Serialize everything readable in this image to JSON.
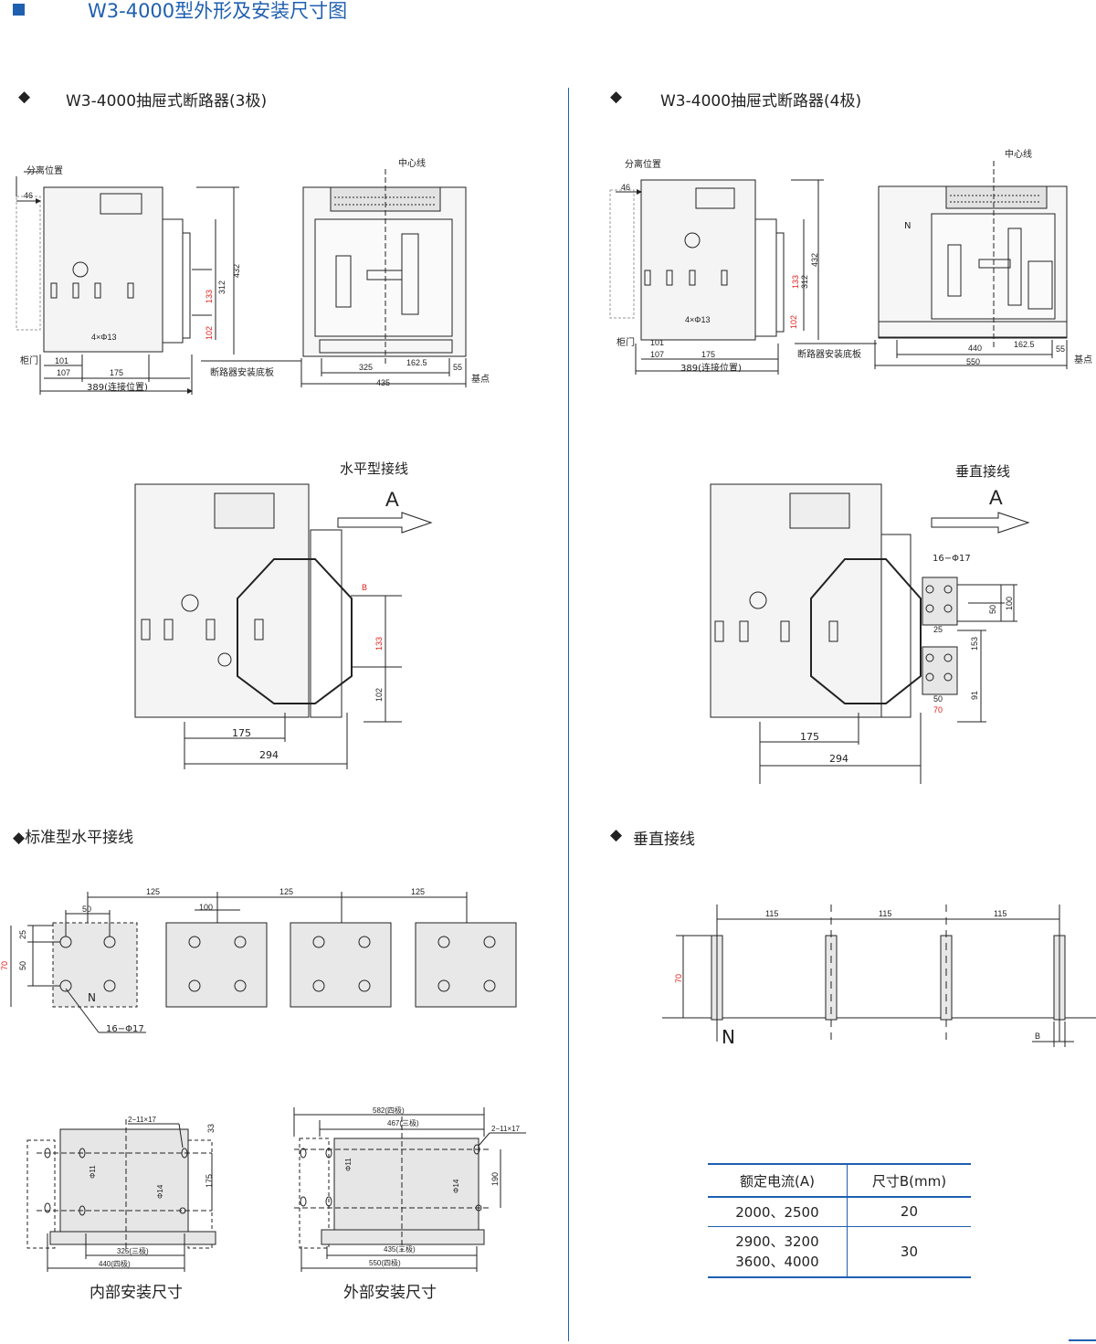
{
  "header": {
    "title": "W3-4000型外形及安装尺寸图"
  },
  "sections": {
    "s3pole": "W3-4000抽屉式断路器(3极)",
    "s4pole": "W3-4000抽屉式断路器(4极)",
    "std_horizontal": "◆标准型水平接线",
    "vertical": "垂直接线"
  },
  "drawing3": {
    "separate_pos": "分离位置",
    "centerline": "中心线",
    "cabinet_door": "柜门",
    "base_plate": "断路器安装底板",
    "base_point": "基点",
    "d46": "46",
    "d432": "432",
    "d312": "312",
    "d133": "133",
    "d102": "102",
    "d101": "101",
    "d107": "107",
    "d175": "175",
    "d389": "389(连接位置)",
    "holes": "4×Φ13",
    "d325": "325",
    "d162": "162.5",
    "d55": "55",
    "d435": "435"
  },
  "drawing4": {
    "separate_pos": "分离位置",
    "centerline": "中心线",
    "cabinet_door": "柜门",
    "base_plate": "断路器安装底板",
    "base_point": "基点",
    "d46": "46",
    "d432": "432",
    "d312": "312",
    "d133": "133",
    "d102": "102",
    "d101": "101",
    "d107": "107",
    "d175": "175",
    "d389": "389(连接位置)",
    "holes": "4×Φ13",
    "d440": "440",
    "d162": "162.5",
    "d55": "55",
    "d550": "550",
    "N": "N"
  },
  "side_h": {
    "label": "水平型接线",
    "A": "A",
    "B": "B",
    "d133": "133",
    "d102": "102",
    "d175": "175",
    "d294": "294"
  },
  "side_v": {
    "label": "垂直接线",
    "A": "A",
    "holes": "16−Φ17",
    "d50": "50",
    "d100": "100",
    "d25": "25",
    "d153": "153",
    "d91": "91",
    "d50b": "50",
    "d70": "70",
    "d175": "175",
    "d294": "294"
  },
  "horiz_detail": {
    "d125a": "125",
    "d125b": "125",
    "d125c": "125",
    "d50": "50",
    "d100": "100",
    "d25": "25",
    "d50v": "50",
    "d70": "70",
    "N": "N",
    "holes": "16−Φ17"
  },
  "vert_detail": {
    "d115a": "115",
    "d115b": "115",
    "d115c": "115",
    "d70": "70",
    "N": "N",
    "B": "B"
  },
  "inner_mount": {
    "caption": "内部安装尺寸",
    "holes": "2−11×17",
    "d33": "33",
    "d175": "175",
    "phi11": "Φ11",
    "phi14": "Φ14",
    "d325": "325(三极)",
    "d440": "440(四极)"
  },
  "outer_mount": {
    "caption": "外部安装尺寸",
    "holes": "2−11×17",
    "d582": "582(四极)",
    "d467": "467(三极)",
    "d190": "190",
    "phi11": "Φ11",
    "phi14": "Φ14",
    "d435": "435(三极)",
    "d550": "550(四极)"
  },
  "spec_table": {
    "h1": "额定电流(A)",
    "h2": "尺寸B(mm)",
    "r1c1": "2000、2500",
    "r1c2": "20",
    "r2c1a": "2900、3200",
    "r2c1b": "3600、4000",
    "r2c2": "30"
  },
  "colors": {
    "accent": "#1f5fb0",
    "dimension_red": "#e0201a"
  }
}
